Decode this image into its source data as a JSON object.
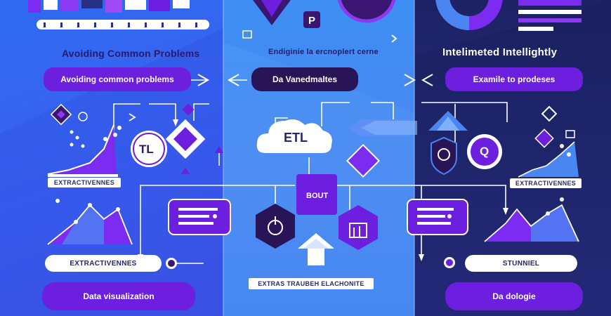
{
  "left": {
    "heading": "Avoiding Common Problems",
    "pill": "Avoiding common problems",
    "label_top": "EXTRACTIVENNES",
    "label_mid": "EXTRACTIVENNES",
    "pill_bottom": "Data visualization",
    "node_tl": "TL"
  },
  "middle": {
    "heading": "Endiginie la ercnoplert cerne",
    "pill": "Da Vanedmaltes",
    "cloud_label": "ETL",
    "box_label": "BOUT",
    "bottom_label": "EXTRAS TRAUBEH ELACHONITE"
  },
  "right": {
    "heading": "Intelimeted Intellightly",
    "pill": "Examile to prodeses",
    "label_top": "EXTRACTIVENNES",
    "label_mid": "STUNNIEL",
    "pill_bottom": "Da dologie",
    "q_label": "Q"
  },
  "colors": {
    "purple": "#6d1fe0",
    "violet": "#8a2be2",
    "dark_navy": "#1c2264",
    "blue": "#3b5ff2",
    "light_blue": "#4a86f2"
  },
  "icons": [
    "diamond-icon",
    "check-icon",
    "cloud-icon",
    "arrow-icon",
    "hexagon-icon",
    "shield-icon",
    "chart-icon",
    "box-icon"
  ]
}
